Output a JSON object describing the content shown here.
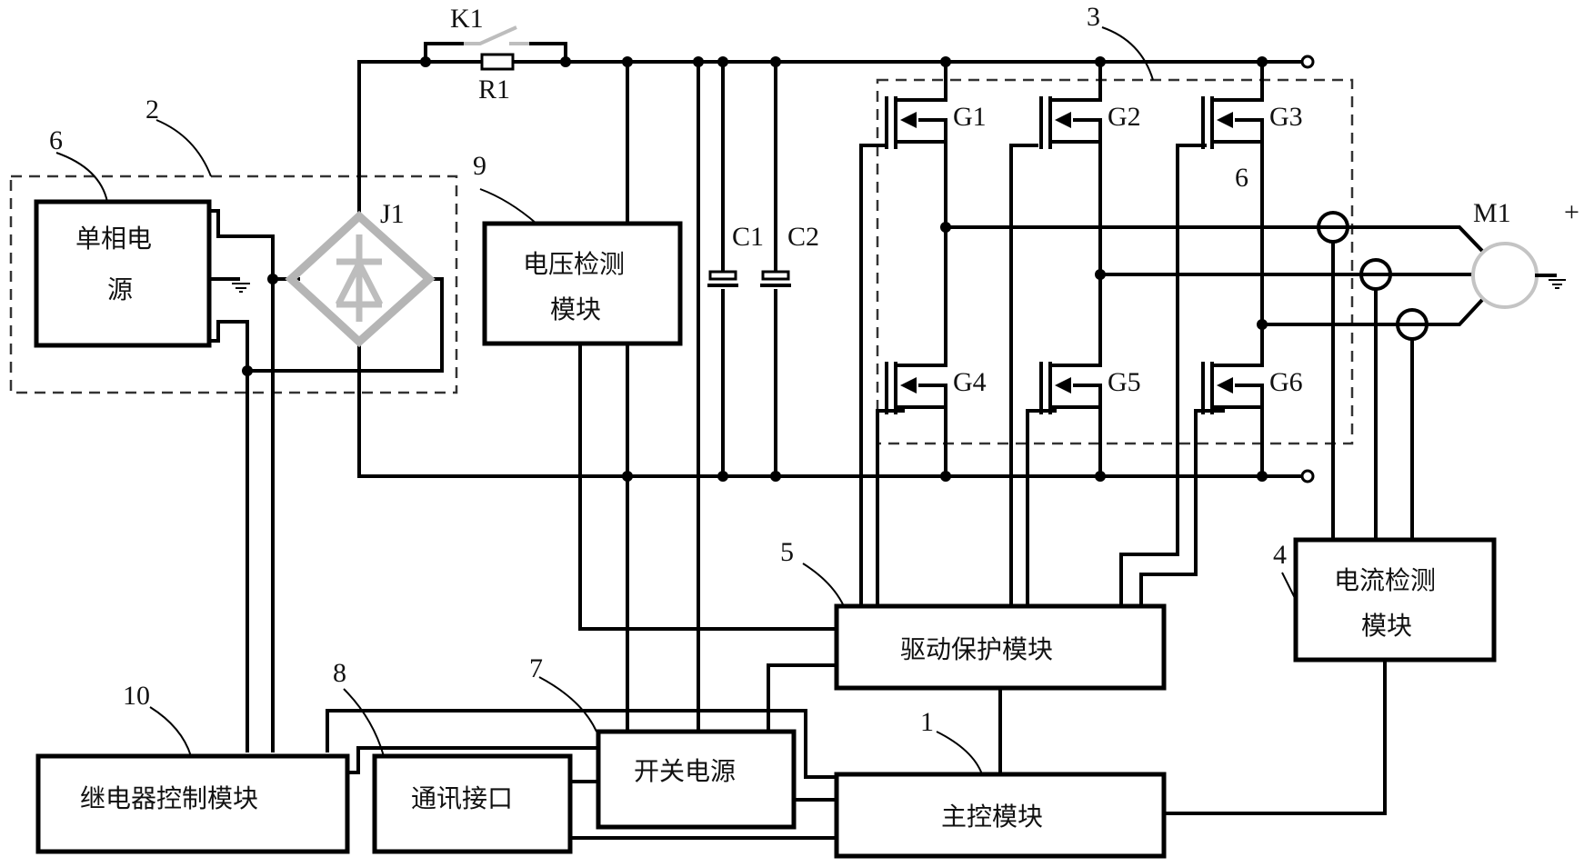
{
  "diagram": {
    "title": "",
    "modules": {
      "power_source": "单相电\n源",
      "power_source_line1": "单相电",
      "power_source_line2": "源",
      "voltage_detect_line1": "电压检测",
      "voltage_detect_line2": "模块",
      "current_detect_line1": "电流检测",
      "current_detect_line2": "模块",
      "drive_protect": "驱动保护模块",
      "main_control": "主控模块",
      "switch_power": "开关电源",
      "comm_interface": "通讯接口",
      "relay_control": "继电器控制模块"
    },
    "components": {
      "switch": "K1",
      "resistor": "R1",
      "rectifier": "J1",
      "capacitor_1": "C1",
      "capacitor_2": "C2",
      "motor": "M1",
      "mosfets": [
        "G1",
        "G2",
        "G3",
        "G4",
        "G5",
        "G6"
      ]
    },
    "reference_numbers": {
      "main_control": "1",
      "rectifier_group": "2",
      "inverter_group": "3",
      "current_detect": "4",
      "drive_protect": "5",
      "power_source": "6",
      "inverter_extra": "6",
      "switch_power": "7",
      "comm_interface": "8",
      "voltage_detect": "9",
      "relay_control": "10"
    }
  }
}
